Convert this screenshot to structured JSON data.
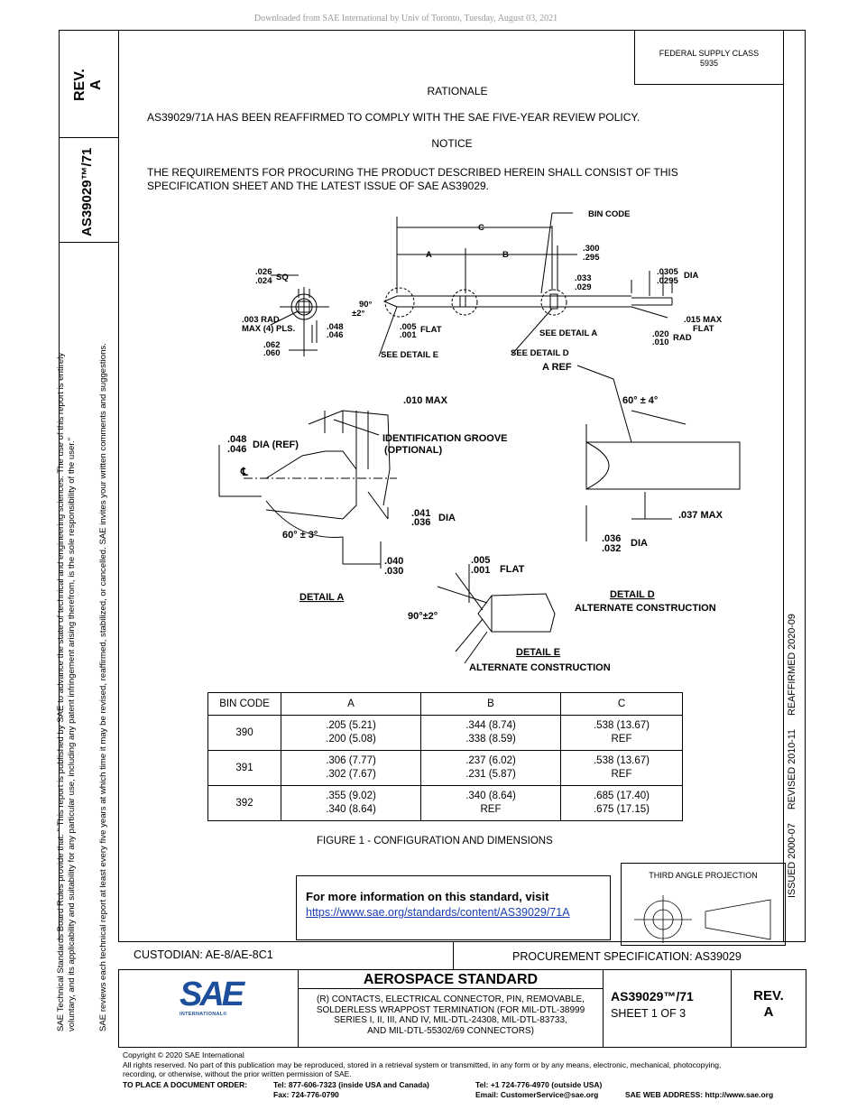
{
  "download_note": "Downloaded from SAE International by Univ of Toronto, Tuesday, August 03, 2021",
  "federal_supply": {
    "label": "FEDERAL SUPPLY CLASS",
    "value": "5935"
  },
  "side_header": {
    "rev": "REV.",
    "rev_letter": "A",
    "doc": "AS39029™/71"
  },
  "left_notice": {
    "line1": "SAE Technical Standards Board Rules provide that: \"  This report is published by SAE to advance the state of technical and engineering sciences. The use of this report is entirely",
    "line2": "voluntary, and its applicability and suitability for any particular use, including any patent infringement arising therefrom, is the sole responsibility of the user.\"",
    "line3": "SAE reviews each technical report at least every five years at which time it may be revised, reaffirmed, stabilized, or cancelled. SAE invites your written comments and suggestions."
  },
  "right_dates": "ISSUED 2000-07     REVISED 2010-11     REAFFIRMED 2020-09",
  "rationale": {
    "heading": "RATIONALE",
    "text": "AS39029/71A HAS BEEN REAFFIRMED TO COMPLY WITH THE SAE FIVE-YEAR REVIEW POLICY."
  },
  "notice": {
    "heading": "NOTICE",
    "text1": "THE REQUIREMENTS FOR PROCURING THE PRODUCT DESCRIBED HEREIN SHALL CONSIST OF THIS",
    "text2": "SPECIFICATION SHEET AND THE LATEST ISSUE OF SAE AS39029."
  },
  "drawing": {
    "bin_code": "BIN CODE",
    "c": "C",
    "a": "A",
    "b": "B",
    "d300": ".300",
    "d295": ".295",
    "d033": ".033",
    "d029": ".029",
    "d0305": ".0305",
    "d0295": ".0295",
    "dia": "DIA",
    "d026": ".026",
    "d024": ".024",
    "sq": "SQ",
    "deg90": "90°",
    "pm2": "±2°",
    "d003": ".003 RAD",
    "max4": "MAX (4) PLS.",
    "d048s": ".048",
    "d046s": ".046",
    "d005": ".005",
    "d001": ".001",
    "flat": "FLAT",
    "d062": ".062",
    "d060": ".060",
    "see_e": "SEE DETAIL E",
    "see_d": "SEE DETAIL D",
    "see_a": "SEE DETAIL A",
    "d015": ".015 MAX",
    "flat2": "FLAT",
    "d020": ".020",
    "d010": ".010",
    "rad": "RAD",
    "aref": "A REF",
    "d010max": ".010 MAX",
    "d048": ".048",
    "d046": ".046",
    "dia_ref": "DIA (REF)",
    "ident1": "IDENTIFICATION  GROOVE",
    "ident2": "(OPTIONAL)",
    "cl": "℄",
    "d041": ".041",
    "d036": ".036",
    "dia2": "DIA",
    "ang60_3": "60° ± 3°",
    "d040": ".040",
    "d030": ".030",
    "detail_a": "DETAIL  A",
    "ang60_4": "60° ± 4°",
    "d037": ".037 MAX",
    "d036b": ".036",
    "d032": ".032",
    "dia3": "DIA",
    "d005b": ".005",
    "d001b": ".001",
    "flat3": "FLAT",
    "detail_d": "DETAIL  D",
    "alt_d": "ALTERNATE CONSTRUCTION",
    "ang90": "90°±2°",
    "detail_e": "DETAIL  E",
    "alt_e": "ALTERNATE  CONSTRUCTION"
  },
  "table": {
    "headers": [
      "BIN CODE",
      "A",
      "B",
      "C"
    ],
    "rows": [
      {
        "code": "390",
        "a1": ".205 (5.21)",
        "a2": ".200 (5.08)",
        "b1": ".344 (8.74)",
        "b2": ".338 (8.59)",
        "c1": ".538 (13.67)",
        "c2": "REF"
      },
      {
        "code": "391",
        "a1": ".306 (7.77)",
        "a2": ".302 (7.67)",
        "b1": ".237 (6.02)",
        "b2": ".231 (5.87)",
        "c1": ".538 (13.67)",
        "c2": "REF"
      },
      {
        "code": "392",
        "a1": ".355 (9.02)",
        "a2": ".340 (8.64)",
        "b1": ".340 (8.64)",
        "b2": "REF",
        "c1": ".685 (17.40)",
        "c2": ".675 (17.15)"
      }
    ]
  },
  "figure_caption": "FIGURE 1 - CONFIGURATION AND DIMENSIONS",
  "info": {
    "label": "For more information on this standard, visit",
    "url": "https://www.sae.org/standards/content/AS39029/71A"
  },
  "third_angle": "THIRD ANGLE PROJECTION",
  "custodian": "CUSTODIAN: AE-8/AE-8C1",
  "procurement": "PROCUREMENT SPECIFICATION: AS39029",
  "title_block": {
    "logo": "SAE",
    "logo_sub": "INTERNATIONAL®",
    "heading": "AEROSPACE STANDARD",
    "desc1": "(R) CONTACTS, ELECTRICAL CONNECTOR, PIN, REMOVABLE,",
    "desc2": "SOLDERLESS WRAPPOST TERMINATION (FOR MIL-DTL-38999",
    "desc3": "SERIES I, II, III, AND IV, MIL-DTL-24308, MIL-DTL-83733,",
    "desc4": "AND MIL-DTL-55302/69 CONNECTORS)",
    "doc": "AS39029™/71",
    "sheet": "SHEET 1 OF 3",
    "rev": "REV.",
    "rev_letter": "A"
  },
  "footer": {
    "copyright": "Copyright © 2020 SAE International",
    "rights1": "All rights reserved. No part of this publication may be reproduced, stored in a retrieval system or transmitted, in any form or by any means, electronic, mechanical, photocopying,",
    "rights2": "recording, or otherwise, without the prior written permission of SAE.",
    "order": "TO PLACE A DOCUMENT ORDER:",
    "tel1": "Tel:  877-606-7323 (inside USA and Canada)",
    "fax": "Fax:  724-776-0790",
    "tel2": "Tel:   +1 724-776-4970 (outside USA)",
    "email": "Email: CustomerService@sae.org",
    "web": "SAE WEB ADDRESS: http://www.sae.org"
  }
}
